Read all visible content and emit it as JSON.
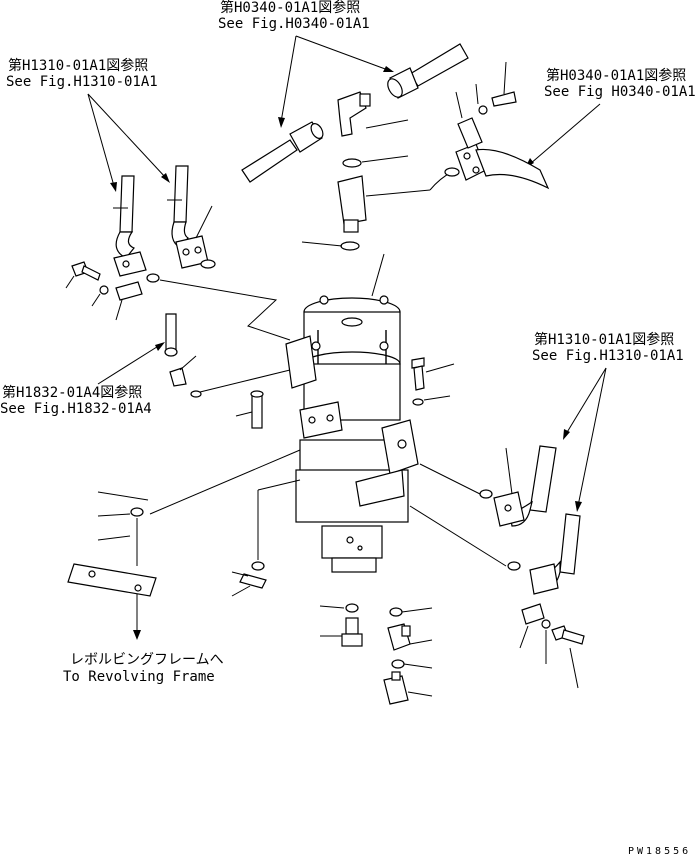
{
  "callouts": {
    "top_center": {
      "ja": "第H0340-01A1図参照",
      "en": "See Fig.H0340-01A1"
    },
    "top_left": {
      "ja": "第H1310-01A1図参照",
      "en": "See Fig.H1310-01A1"
    },
    "top_right": {
      "ja": "第H0340-01A1図参照",
      "en": "See Fig H0340-01A1"
    },
    "mid_left": {
      "ja": "第H1832-01A4図参照",
      "en": "See Fig.H1832-01A4"
    },
    "mid_right": {
      "ja": "第H1310-01A1図参照",
      "en": "See Fig.H1310-01A1"
    },
    "bottom": {
      "ja": "レボルビングフレームへ",
      "en": "To Revolving Frame"
    }
  },
  "drawing_code": "PW18556"
}
